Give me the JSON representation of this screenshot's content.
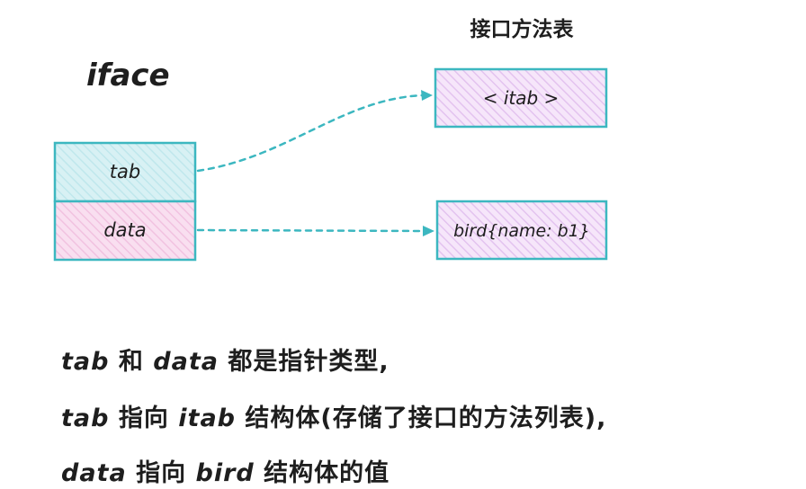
{
  "labels": {
    "iface": "iface",
    "method_table": "接口方法表"
  },
  "iface_fields": {
    "tab": "tab",
    "data": "data"
  },
  "targets": {
    "itab": "< itab >",
    "bird": "bird{name: b1}"
  },
  "notes": {
    "line1": {
      "a": "tab",
      "b": " 和 ",
      "c": "data",
      "d": " 都是指针类型,"
    },
    "line2": {
      "a": "tab",
      "b": " 指向 ",
      "c": "itab",
      "d": " 结构体(存储了接口的方法列表),"
    },
    "line3": {
      "a": "data",
      "b": " 指向 ",
      "c": "bird",
      "d": " 结构体的值"
    }
  },
  "colors": {
    "stroke": "#3cb7c0",
    "tab_fill": "#d8f1f4",
    "tab_hatch": "#bfe7ec",
    "data_fill": "#f9dff0",
    "data_hatch": "#f1c2e0",
    "target_fill": "#f6e6fa",
    "target_hatch": "#e3c3ef",
    "text": "#1e1e1e"
  }
}
